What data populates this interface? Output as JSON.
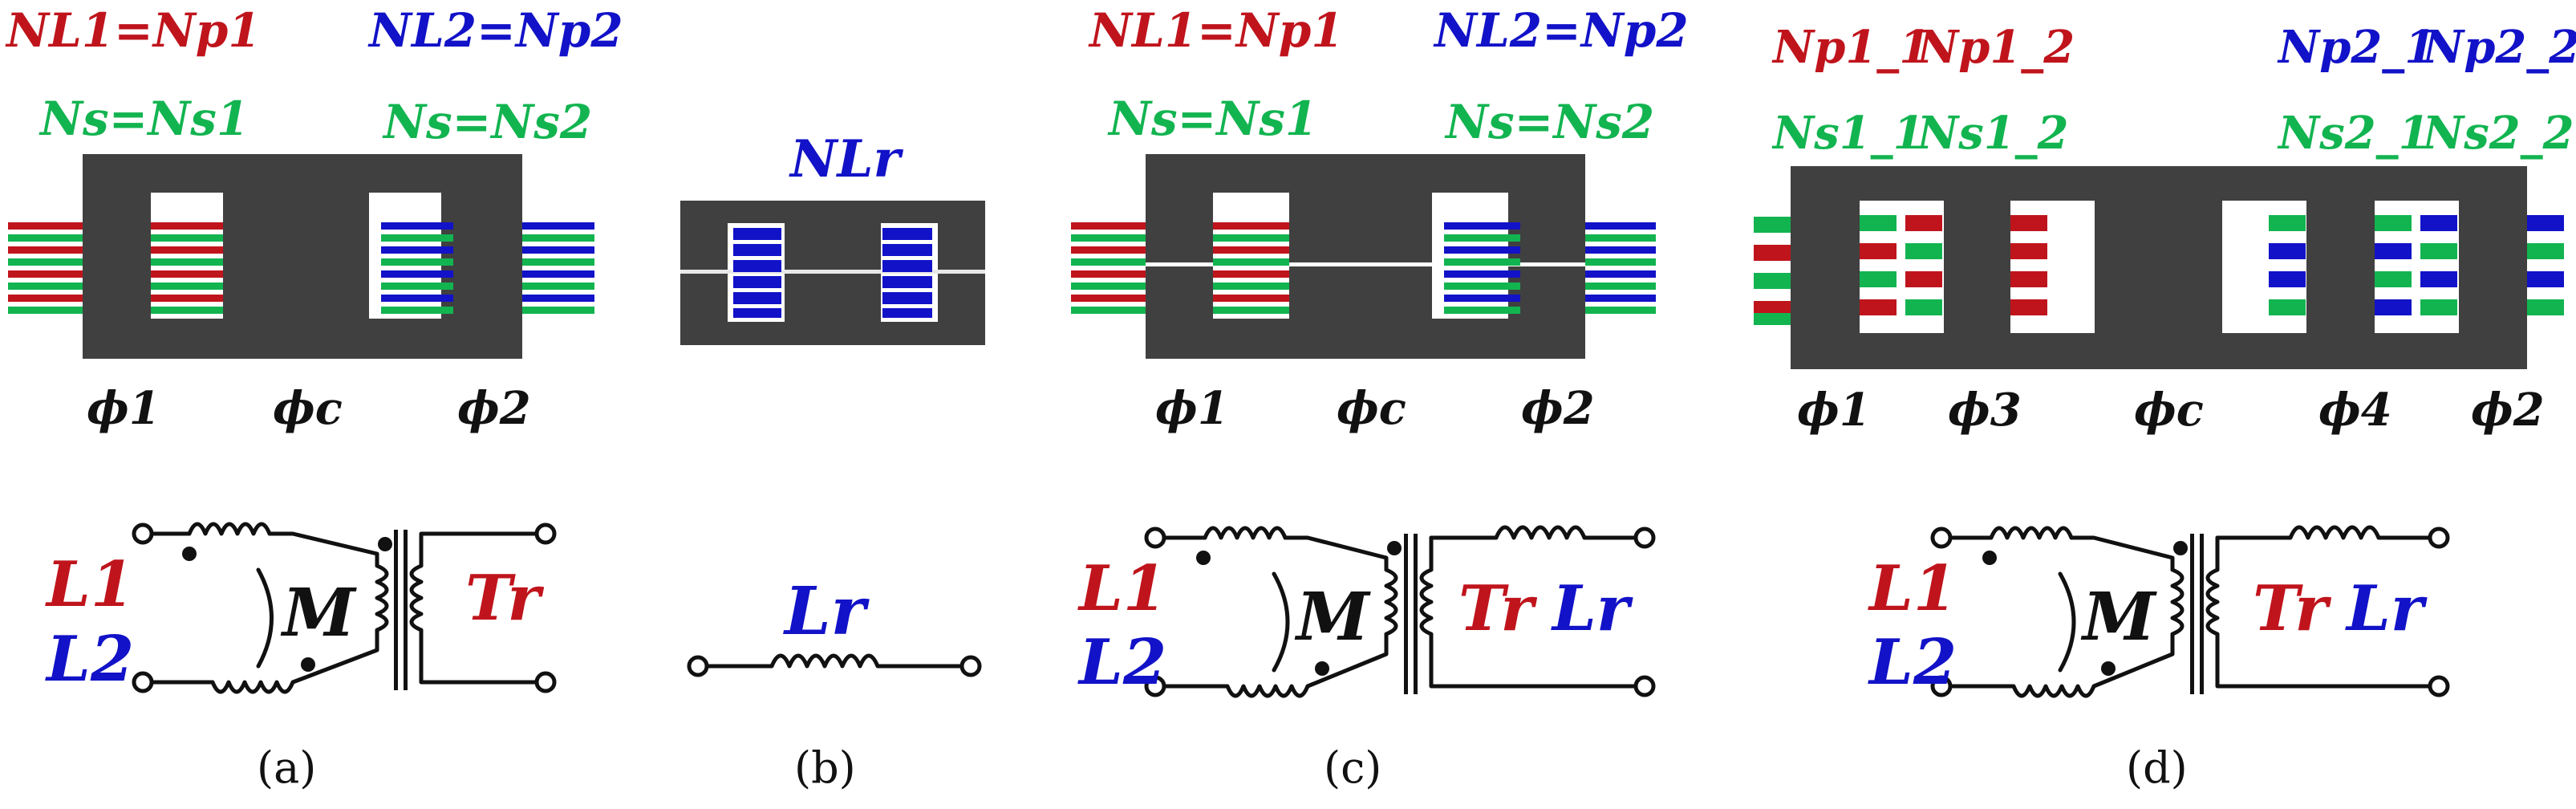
{
  "colors": {
    "red": "#c0141c",
    "blue": "#1212c8",
    "green": "#12b450",
    "core": "#404040",
    "wire": "#111111"
  },
  "panel_a": {
    "eq_left": "NL1=Np1",
    "eq_right": "NL2=Np2",
    "eq_s_left": "Ns=Ns1",
    "eq_s_right": "Ns=Ns2",
    "flux": [
      "ϕ1",
      "ϕc",
      "ϕ2"
    ],
    "labels": {
      "l1": "L1",
      "l2": "L2",
      "m": "M",
      "tr": "Tr"
    },
    "caption": "(a)"
  },
  "panel_b": {
    "winding": "NLr",
    "inductor": "Lr",
    "caption": "(b)"
  },
  "panel_c": {
    "eq_left": "NL1=Np1",
    "eq_right": "NL2=Np2",
    "eq_s_left": "Ns=Ns1",
    "eq_s_right": "Ns=Ns2",
    "flux": [
      "ϕ1",
      "ϕc",
      "ϕ2"
    ],
    "labels": {
      "l1": "L1",
      "l2": "L2",
      "m": "M",
      "tr": "Tr",
      "lr": "Lr"
    },
    "caption": "(c)"
  },
  "panel_d": {
    "np": [
      "Np1_1",
      "Np1_2",
      "Np2_1",
      "Np2_2"
    ],
    "ns": [
      "Ns1_1",
      "Ns1_2",
      "Ns2_1",
      "Ns2_2"
    ],
    "flux": [
      "ϕ1",
      "ϕ3",
      "ϕc",
      "ϕ4",
      "ϕ2"
    ],
    "labels": {
      "l1": "L1",
      "l2": "L2",
      "m": "M",
      "tr": "Tr",
      "lr": "Lr"
    },
    "caption": "(d)"
  }
}
